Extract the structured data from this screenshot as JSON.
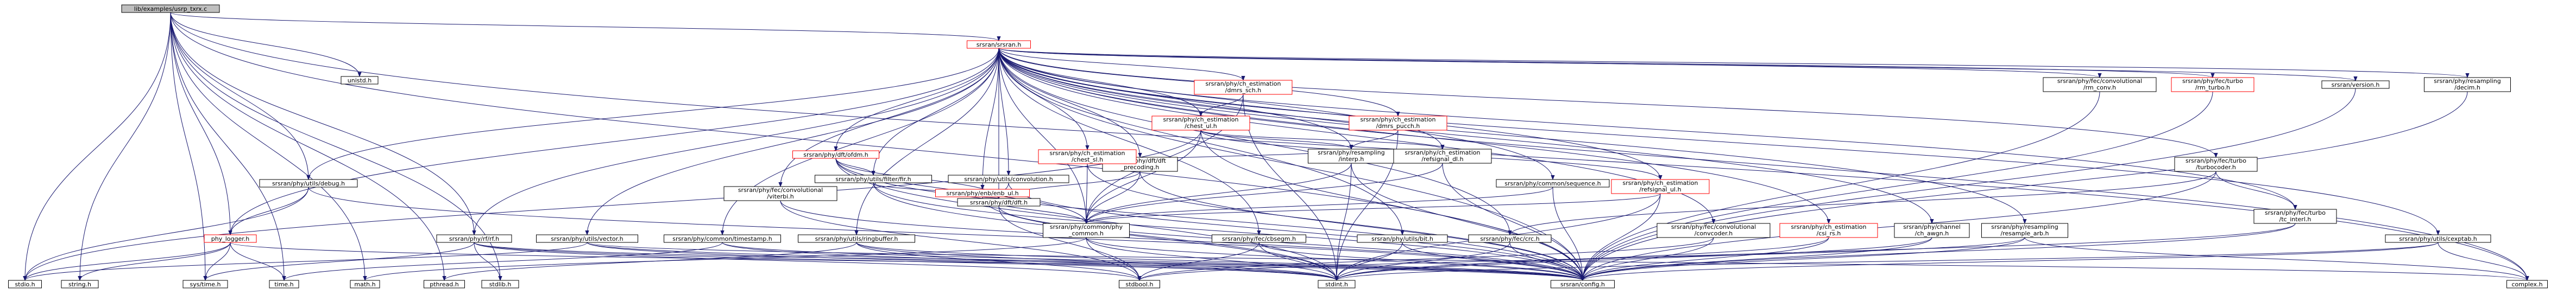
{
  "graph": {
    "title": "lib/examples/usrp_txrx.c",
    "colors": {
      "edge": "#191970",
      "node_border": "#000000",
      "node_border_missing": "#ff0000",
      "node_fill": "#ffffff",
      "root_fill": "#bfbfbf"
    },
    "nodes": [
      {
        "id": "root",
        "lines": [
          "lib/examples/usrp_txrx.c"
        ],
        "kind": "root"
      },
      {
        "id": "srsran",
        "lines": [
          "srsran/srsran.h"
        ],
        "kind": "missing"
      },
      {
        "id": "unistd",
        "lines": [
          "unistd.h"
        ],
        "kind": "system"
      },
      {
        "id": "stdio",
        "lines": [
          "stdio.h"
        ],
        "kind": "system"
      },
      {
        "id": "string",
        "lines": [
          "string.h"
        ],
        "kind": "system"
      },
      {
        "id": "systime",
        "lines": [
          "sys/time.h"
        ],
        "kind": "system"
      },
      {
        "id": "time",
        "lines": [
          "time.h"
        ],
        "kind": "system"
      },
      {
        "id": "math",
        "lines": [
          "math.h"
        ],
        "kind": "system"
      },
      {
        "id": "pthread",
        "lines": [
          "pthread.h"
        ],
        "kind": "system"
      },
      {
        "id": "stdlib",
        "lines": [
          "stdlib.h"
        ],
        "kind": "system"
      },
      {
        "id": "stdbool",
        "lines": [
          "stdbool.h"
        ],
        "kind": "system"
      },
      {
        "id": "stdint",
        "lines": [
          "stdint.h"
        ],
        "kind": "system"
      },
      {
        "id": "complex",
        "lines": [
          "complex.h"
        ],
        "kind": "system"
      },
      {
        "id": "config",
        "lines": [
          "srsran/config.h"
        ],
        "kind": "header"
      },
      {
        "id": "phy_logger",
        "lines": [
          "phy_logger.h"
        ],
        "kind": "missing"
      },
      {
        "id": "debug",
        "lines": [
          "srsran/phy/utils/debug.h"
        ],
        "kind": "header"
      },
      {
        "id": "rf",
        "lines": [
          "srsran/phy/rf/rf.h"
        ],
        "kind": "header"
      },
      {
        "id": "vector",
        "lines": [
          "srsran/phy/utils/vector.h"
        ],
        "kind": "header"
      },
      {
        "id": "timestamp",
        "lines": [
          "srsran/phy/common/timestamp.h"
        ],
        "kind": "header"
      },
      {
        "id": "ringbuffer",
        "lines": [
          "srsran/phy/utils/ringbuffer.h"
        ],
        "kind": "header"
      },
      {
        "id": "phy_common",
        "lines": [
          "srsran/phy/common/phy",
          "_common.h"
        ],
        "kind": "header"
      },
      {
        "id": "convutdef",
        "lines": [
          "srsran/phy/fec/convolutional",
          "/viterbi.h"
        ],
        "kind": "header"
      },
      {
        "id": "dft_ofdm",
        "lines": [
          "srsran/phy/dft/ofdm.h"
        ],
        "kind": "missing"
      },
      {
        "id": "dft",
        "lines": [
          "srsran/phy/dft/dft.h"
        ],
        "kind": "header"
      },
      {
        "id": "fir",
        "lines": [
          "srsran/phy/utils/filter/fir.h"
        ],
        "kind": "header"
      },
      {
        "id": "convolution",
        "lines": [
          "srsran/phy/utils/convolution.h"
        ],
        "kind": "header"
      },
      {
        "id": "enb_ul",
        "lines": [
          "srsran/phy/enb/enb_ul.h"
        ],
        "kind": "missing"
      },
      {
        "id": "dft_precoding",
        "lines": [
          "srsran/phy/dft/dft",
          "_precoding.h"
        ],
        "kind": "header"
      },
      {
        "id": "cbsegm",
        "lines": [
          "srsran/phy/fec/cbsegm.h"
        ],
        "kind": "header"
      },
      {
        "id": "chest_sl",
        "lines": [
          "srsran/phy/ch_estimation",
          "/chest_sl.h"
        ],
        "kind": "missing"
      },
      {
        "id": "dmrs_sch",
        "lines": [
          "srsran/phy/ch_estimation",
          "/dmrs_sch.h"
        ],
        "kind": "missing"
      },
      {
        "id": "chest_ul",
        "lines": [
          "srsran/phy/ch_estimation",
          "/chest_ul.h"
        ],
        "kind": "missing"
      },
      {
        "id": "dmrs_pucch",
        "lines": [
          "srsran/phy/ch_estimation",
          "/dmrs_pucch.h"
        ],
        "kind": "missing"
      },
      {
        "id": "interp",
        "lines": [
          "srsran/phy/resampling",
          "/interp.h"
        ],
        "kind": "header"
      },
      {
        "id": "refsignal_dl",
        "lines": [
          "srsran/phy/ch_estimation",
          "/refsignal_dl.h"
        ],
        "kind": "header"
      },
      {
        "id": "bit",
        "lines": [
          "srsran/phy/utils/bit.h"
        ],
        "kind": "header"
      },
      {
        "id": "crc",
        "lines": [
          "srsran/phy/fec/crc.h"
        ],
        "kind": "header"
      },
      {
        "id": "sequence",
        "lines": [
          "srsran/phy/common/sequence.h"
        ],
        "kind": "header"
      },
      {
        "id": "refsignal_ul",
        "lines": [
          "srsran/phy/ch_estimation",
          "/refsignal_ul.h"
        ],
        "kind": "missing"
      },
      {
        "id": "convcoder",
        "lines": [
          "srsran/phy/fec/convolutional",
          "/convcoder.h"
        ],
        "kind": "header"
      },
      {
        "id": "csi_rs",
        "lines": [
          "srsran/phy/ch_estimation",
          "/csi_rs.h"
        ],
        "kind": "missing"
      },
      {
        "id": "ch_awgn",
        "lines": [
          "srsran/phy/channel",
          "/ch_awgn.h"
        ],
        "kind": "header"
      },
      {
        "id": "resample_arb",
        "lines": [
          "srsran/phy/resampling",
          "/resample_arb.h"
        ],
        "kind": "header"
      },
      {
        "id": "rm_conv",
        "lines": [
          "srsran/phy/fec/convolutional",
          "/rm_conv.h"
        ],
        "kind": "header"
      },
      {
        "id": "rm_turbo",
        "lines": [
          "srsran/phy/fec/turbo",
          "/rm_turbo.h"
        ],
        "kind": "missing"
      },
      {
        "id": "turbocoder",
        "lines": [
          "srsran/phy/fec/turbo",
          "/turbocoder.h"
        ],
        "kind": "header"
      },
      {
        "id": "tc_interl",
        "lines": [
          "srsran/phy/fec/turbo",
          "/tc_interl.h"
        ],
        "kind": "header"
      },
      {
        "id": "version",
        "lines": [
          "srsran/version.h"
        ],
        "kind": "header"
      },
      {
        "id": "decim",
        "lines": [
          "srsran/phy/resampling",
          "/decim.h"
        ],
        "kind": "header"
      },
      {
        "id": "cexptab",
        "lines": [
          "srsran/phy/utils/cexptab.h"
        ],
        "kind": "header"
      }
    ],
    "edges": [
      [
        "root",
        "srsran"
      ],
      [
        "root",
        "unistd"
      ],
      [
        "root",
        "stdio"
      ],
      [
        "root",
        "string"
      ],
      [
        "root",
        "systime"
      ],
      [
        "root",
        "time"
      ],
      [
        "root",
        "math"
      ],
      [
        "root",
        "pthread"
      ],
      [
        "root",
        "stdlib"
      ],
      [
        "root",
        "complex"
      ],
      [
        "root",
        "rf"
      ],
      [
        "root",
        "phy_logger"
      ],
      [
        "root",
        "debug"
      ],
      [
        "root",
        "config"
      ],
      [
        "srsran",
        "phy_logger"
      ],
      [
        "srsran",
        "debug"
      ],
      [
        "srsran",
        "rf"
      ],
      [
        "srsran",
        "vector"
      ],
      [
        "srsran",
        "timestamp"
      ],
      [
        "srsran",
        "ringbuffer"
      ],
      [
        "srsran",
        "phy_common"
      ],
      [
        "srsran",
        "convutdef"
      ],
      [
        "srsran",
        "dft_ofdm"
      ],
      [
        "srsran",
        "dft"
      ],
      [
        "srsran",
        "fir"
      ],
      [
        "srsran",
        "convolution"
      ],
      [
        "srsran",
        "enb_ul"
      ],
      [
        "srsran",
        "dft_precoding"
      ],
      [
        "srsran",
        "cbsegm"
      ],
      [
        "srsran",
        "chest_sl"
      ],
      [
        "srsran",
        "dmrs_sch"
      ],
      [
        "srsran",
        "chest_ul"
      ],
      [
        "srsran",
        "dmrs_pucch"
      ],
      [
        "srsran",
        "interp"
      ],
      [
        "srsran",
        "refsignal_dl"
      ],
      [
        "srsran",
        "bit"
      ],
      [
        "srsran",
        "crc"
      ],
      [
        "srsran",
        "sequence"
      ],
      [
        "srsran",
        "refsignal_ul"
      ],
      [
        "srsran",
        "convcoder"
      ],
      [
        "srsran",
        "csi_rs"
      ],
      [
        "srsran",
        "ch_awgn"
      ],
      [
        "srsran",
        "resample_arb"
      ],
      [
        "srsran",
        "rm_conv"
      ],
      [
        "srsran",
        "rm_turbo"
      ],
      [
        "srsran",
        "turbocoder"
      ],
      [
        "srsran",
        "tc_interl"
      ],
      [
        "srsran",
        "version"
      ],
      [
        "srsran",
        "decim"
      ],
      [
        "srsran",
        "cexptab"
      ],
      [
        "srsran",
        "config"
      ],
      [
        "srsran",
        "complex"
      ],
      [
        "phy_logger",
        "stdio"
      ],
      [
        "phy_logger",
        "string"
      ],
      [
        "phy_logger",
        "systime"
      ],
      [
        "phy_logger",
        "time"
      ],
      [
        "phy_logger",
        "config"
      ],
      [
        "debug",
        "phy_logger"
      ],
      [
        "debug",
        "stdio"
      ],
      [
        "debug",
        "config"
      ],
      [
        "rf",
        "stdint"
      ],
      [
        "rf",
        "stdbool"
      ],
      [
        "rf",
        "systime"
      ],
      [
        "rf",
        "config"
      ],
      [
        "rf",
        "stdlib"
      ],
      [
        "vector",
        "stdio"
      ],
      [
        "vector",
        "config"
      ],
      [
        "vector",
        "stdint"
      ],
      [
        "vector",
        "complex"
      ],
      [
        "timestamp",
        "time"
      ],
      [
        "timestamp",
        "stdint"
      ],
      [
        "timestamp",
        "config"
      ],
      [
        "ringbuffer",
        "pthread"
      ],
      [
        "ringbuffer",
        "stdbool"
      ],
      [
        "ringbuffer",
        "stdint"
      ],
      [
        "ringbuffer",
        "config"
      ],
      [
        "phy_common",
        "math"
      ],
      [
        "phy_common",
        "stdbool"
      ],
      [
        "phy_common",
        "stdint"
      ],
      [
        "phy_common",
        "config"
      ],
      [
        "convutdef",
        "stdbool"
      ],
      [
        "convutdef",
        "config"
      ],
      [
        "dft_ofdm",
        "phy_common"
      ],
      [
        "dft_ofdm",
        "dft"
      ],
      [
        "dft_ofdm",
        "fir"
      ],
      [
        "dft_ofdm",
        "stdint"
      ],
      [
        "dft_ofdm",
        "config"
      ],
      [
        "dft",
        "stdbool"
      ],
      [
        "dft",
        "config"
      ],
      [
        "fir",
        "dft"
      ],
      [
        "fir",
        "stdint"
      ],
      [
        "fir",
        "config"
      ],
      [
        "convolution",
        "dft"
      ],
      [
        "convolution",
        "config"
      ],
      [
        "enb_ul",
        "phy_common"
      ],
      [
        "enb_ul",
        "dft"
      ],
      [
        "enb_ul",
        "stdint"
      ],
      [
        "dft_precoding",
        "phy_common"
      ],
      [
        "dft_precoding",
        "dft"
      ],
      [
        "dft_precoding",
        "config"
      ],
      [
        "cbsegm",
        "stdint"
      ],
      [
        "cbsegm",
        "stdbool"
      ],
      [
        "cbsegm",
        "config"
      ],
      [
        "chest_sl",
        "phy_common"
      ],
      [
        "chest_sl",
        "interp"
      ],
      [
        "chest_sl",
        "config"
      ],
      [
        "dmrs_sch",
        "phy_common"
      ],
      [
        "dmrs_sch",
        "chest_ul"
      ],
      [
        "dmrs_sch",
        "stdint"
      ],
      [
        "chest_ul",
        "refsignal_ul"
      ],
      [
        "chest_ul",
        "interp"
      ],
      [
        "chest_ul",
        "refsignal_dl"
      ],
      [
        "chest_ul",
        "phy_common"
      ],
      [
        "chest_ul",
        "stdio"
      ],
      [
        "chest_ul",
        "config"
      ],
      [
        "dmrs_pucch",
        "interp"
      ],
      [
        "dmrs_pucch",
        "stdint"
      ],
      [
        "interp",
        "phy_common"
      ],
      [
        "interp",
        "stdint"
      ],
      [
        "interp",
        "config"
      ],
      [
        "refsignal_dl",
        "phy_common"
      ],
      [
        "refsignal_dl",
        "config"
      ],
      [
        "bit",
        "stdint"
      ],
      [
        "bit",
        "config"
      ],
      [
        "crc",
        "stdint"
      ],
      [
        "crc",
        "config"
      ],
      [
        "sequence",
        "phy_common"
      ],
      [
        "sequence",
        "config"
      ],
      [
        "refsignal_ul",
        "phy_common"
      ],
      [
        "refsignal_ul",
        "stdint"
      ],
      [
        "refsignal_ul",
        "config"
      ],
      [
        "convcoder",
        "stdbool"
      ],
      [
        "convcoder",
        "config"
      ],
      [
        "csi_rs",
        "stdint"
      ],
      [
        "csi_rs",
        "config"
      ],
      [
        "ch_awgn",
        "stdint"
      ],
      [
        "ch_awgn",
        "config"
      ],
      [
        "resample_arb",
        "stdbool"
      ],
      [
        "resample_arb",
        "complex"
      ],
      [
        "resample_arb",
        "config"
      ],
      [
        "rm_conv",
        "config"
      ],
      [
        "rm_turbo",
        "config"
      ],
      [
        "turbocoder",
        "tc_interl"
      ],
      [
        "turbocoder",
        "crc"
      ],
      [
        "turbocoder",
        "config"
      ],
      [
        "tc_interl",
        "stdint"
      ],
      [
        "tc_interl",
        "config"
      ],
      [
        "version",
        "config"
      ],
      [
        "decim",
        "config"
      ],
      [
        "cexptab",
        "complex"
      ],
      [
        "cexptab",
        "stdint"
      ],
      [
        "cexptab",
        "config"
      ]
    ]
  }
}
